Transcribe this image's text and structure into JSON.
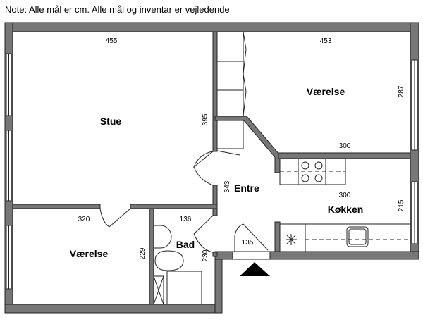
{
  "note": "Note: Alle mål er cm. Alle mål og inventar er vejledende",
  "rooms": {
    "stue": {
      "name": "Stue",
      "width": "455",
      "depth": "395"
    },
    "vaerelse_1": {
      "name": "Værelse",
      "width": "453",
      "depth": "287"
    },
    "entre": {
      "name": "Entre",
      "depth": "343"
    },
    "kokken": {
      "name": "Køkken",
      "width_top": "300",
      "width": "300",
      "depth": "215"
    },
    "vaerelse_2": {
      "name": "Værelse",
      "width": "320",
      "depth": "229"
    },
    "bad": {
      "name": "Bad",
      "width": "136",
      "depth": "230"
    },
    "entrance": {
      "width": "135"
    }
  },
  "colors": {
    "wall": "#777777",
    "line": "#222222"
  }
}
